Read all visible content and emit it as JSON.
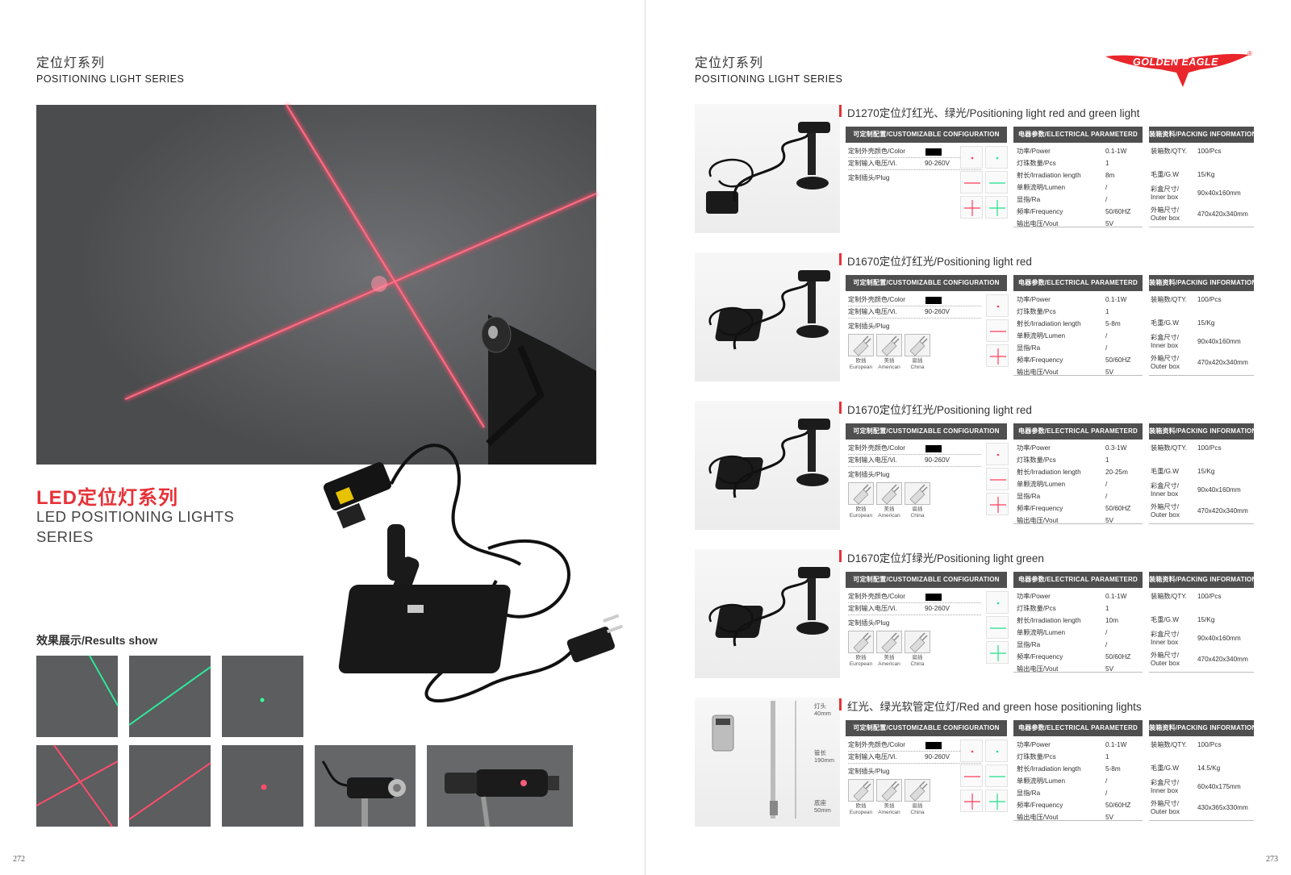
{
  "left_page": {
    "header_cn": "定位灯系列",
    "header_en": "POSITIONING LIGHT SERIES",
    "title_cn": "LED定位灯系列",
    "title_en": "LED POSITIONING LIGHTS SERIES",
    "results_title": "效果展示/Results show",
    "page_number": "272"
  },
  "right_page": {
    "header_cn": "定位灯系列",
    "header_en": "POSITIONING LIGHT SERIES",
    "brand": "GOLDEN EAGLE",
    "brand_mark": "®",
    "page_number": "273"
  },
  "section_headers": {
    "config": "可定制配置/CUSTOMIZABLE CONFIGURATION",
    "electrical": "电器参数/ELECTRICAL PARAMETERD",
    "packing": "装箱资料/PACKING INFORMATION"
  },
  "config_labels": {
    "color": "定制外壳颜色/Color",
    "voltage": "定制输入电压/Vi.",
    "plug": "定制插头/Plug",
    "voltage_value": "90-260V"
  },
  "plug_labels": [
    {
      "cn": "欧插",
      "en": "European"
    },
    {
      "cn": "美插",
      "en": "American"
    },
    {
      "cn": "扁插",
      "en": "China"
    }
  ],
  "electrical_labels": [
    "功率/Power",
    "灯珠数量/Pcs",
    "射长/Irradiation length",
    "单颗流明/Lumen",
    "显指/Ra",
    "频率/Frequency",
    "输出电压/Vout"
  ],
  "packing_labels": {
    "qty": "装箱数/QTY.",
    "gw": "毛重/G.W",
    "inner": "彩盒尺寸/",
    "inner_en": "Inner box",
    "outer": "外箱尺寸/",
    "outer_en": "Outer box"
  },
  "products": [
    {
      "title": "D1270定位灯红光、绿光/Positioning light red and green light",
      "electrical": [
        "0.1-1W",
        "1",
        "8m",
        "/",
        "/",
        "50/60HZ",
        "5V"
      ],
      "packing": {
        "qty": "100/Pcs",
        "gw": "15/Kg",
        "inner": "90x40x160mm",
        "outer": "470x420x340mm"
      }
    },
    {
      "title": "D1670定位灯红光/Positioning light red",
      "electrical": [
        "0.1-1W",
        "1",
        "5-8m",
        "/",
        "/",
        "50/60HZ",
        "5V"
      ],
      "packing": {
        "qty": "100/Pcs",
        "gw": "15/Kg",
        "inner": "90x40x160mm",
        "outer": "470x420x340mm"
      }
    },
    {
      "title": "D1670定位灯红光/Positioning light red",
      "electrical": [
        "0.3-1W",
        "1",
        "20-25m",
        "/",
        "/",
        "50/60HZ",
        "5V"
      ],
      "packing": {
        "qty": "100/Pcs",
        "gw": "15/Kg",
        "inner": "90x40x160mm",
        "outer": "470x420x340mm"
      }
    },
    {
      "title": "D1670定位灯绿光/Positioning light green",
      "electrical": [
        "0.1-1W",
        "1",
        "10m",
        "/",
        "/",
        "50/60HZ",
        "5V"
      ],
      "packing": {
        "qty": "100/Pcs",
        "gw": "15/Kg",
        "inner": "90x40x160mm",
        "outer": "470x420x340mm"
      }
    },
    {
      "title": "红光、绿光软管定位灯/Red and green hose positioning lights",
      "electrical": [
        "0.1-1W",
        "1",
        "5-8m",
        "/",
        "/",
        "50/60HZ",
        "5V"
      ],
      "packing": {
        "qty": "100/Pcs",
        "gw": "14.5/Kg",
        "inner": "60x40x175mm",
        "outer": "430x365x330mm"
      }
    }
  ],
  "hose_dimensions": [
    {
      "cn": "灯头",
      "val": "40mm"
    },
    {
      "cn": "管长",
      "val": "190mm"
    },
    {
      "cn": "底座",
      "val": "50mm"
    }
  ],
  "colors": {
    "accent_red": "#e53238",
    "header_bar": "#4f4f4f",
    "laser_red": "#ff3c5a",
    "laser_green": "#1fe08a"
  }
}
